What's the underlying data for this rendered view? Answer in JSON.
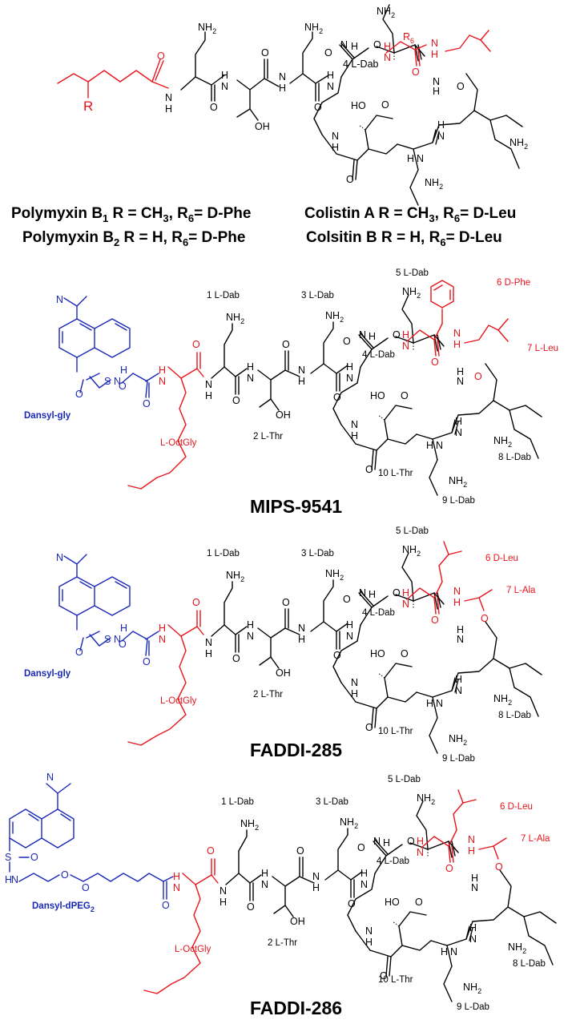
{
  "top": {
    "atoms": {
      "nh2": "NH",
      "two": "2",
      "o": "O",
      "n": "N",
      "h": "H",
      "oh": "OH",
      "ho": "HO",
      "r": "R",
      "r6": "R",
      "six": "6"
    },
    "dab4_label": "4 L-Dab",
    "caption": {
      "pb1_name": "Polymyxin B",
      "pb1_sub": "1",
      "pb1_rest": " R = CH",
      "pb1_sub3": "3",
      "pb1_r": ", R",
      "pb1_sub6": "6",
      "pb1_end": "= D-Phe",
      "ca_name": "Colistin A",
      "ca_rest": " R = CH",
      "ca_sub3": "3",
      "ca_r": ", R",
      "ca_sub6": "6",
      "ca_end": "= D-Leu",
      "pb2_name": "Polymyxin B",
      "pb2_sub": "2",
      "pb2_rest": " R = H, R",
      "pb2_sub6": "6",
      "pb2_end": "= D-Phe",
      "cb_name": "Colsitin B",
      "cb_rest": " R = H, R",
      "cb_sub6": "6",
      "cb_end": "= D-Leu"
    }
  },
  "residues": {
    "dab1": "1 L-Dab",
    "thr2": "2 L-Thr",
    "dab3": "3 L-Dab",
    "dab4": "4 L-Dab",
    "dab5": "5 L-Dab",
    "phe6": "6 D-Phe",
    "leu6": "6 D-Leu",
    "leu7": "7 L-Leu",
    "ala7": "7 L-Ala",
    "dab8": "8 L-Dab",
    "dab9": "9 L-Dab",
    "thr10": "10 L-Thr",
    "octgly": "L-OctGly"
  },
  "tags": {
    "dansyl_gly": "Dansyl-gly",
    "dansyl_peg": "Dansyl-dPEG",
    "peg_sub": "2"
  },
  "titles": {
    "mips": "MIPS-9541",
    "faddi285": "FADDI-285",
    "faddi286": "FADDI-286"
  },
  "colors": {
    "modification": "#e8141b",
    "dansyl": "#1a28b8",
    "core": "#000000"
  }
}
